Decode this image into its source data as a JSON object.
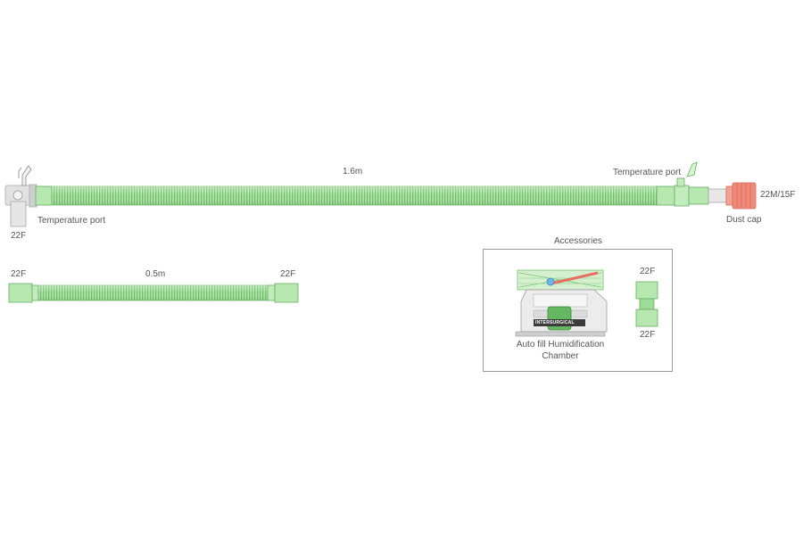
{
  "main_circuit": {
    "length": "1.6m",
    "left_port_label": "Temperature port",
    "left_end_label": "22F",
    "right_port_label": "Temperature port",
    "right_end_label": "22M/15F",
    "cap_label": "Dust cap"
  },
  "short_circuit": {
    "length": "0.5m",
    "left_end_label": "22F",
    "right_end_label": "22F"
  },
  "accessories": {
    "title": "Accessories",
    "chamber_label_line1": "Auto fill Humidification",
    "chamber_label_line2": "Chamber",
    "chamber_brand": "INTERSURGICAL",
    "connector_top_label": "22F",
    "connector_bottom_label": "22F"
  },
  "colors": {
    "tube_green": "#a6e0a0",
    "tube_dark": "#5fae5a",
    "cuff_green": "#b6e8b0",
    "cap_red": "#f08a7a",
    "grey_connector": "#d8d8d8"
  }
}
